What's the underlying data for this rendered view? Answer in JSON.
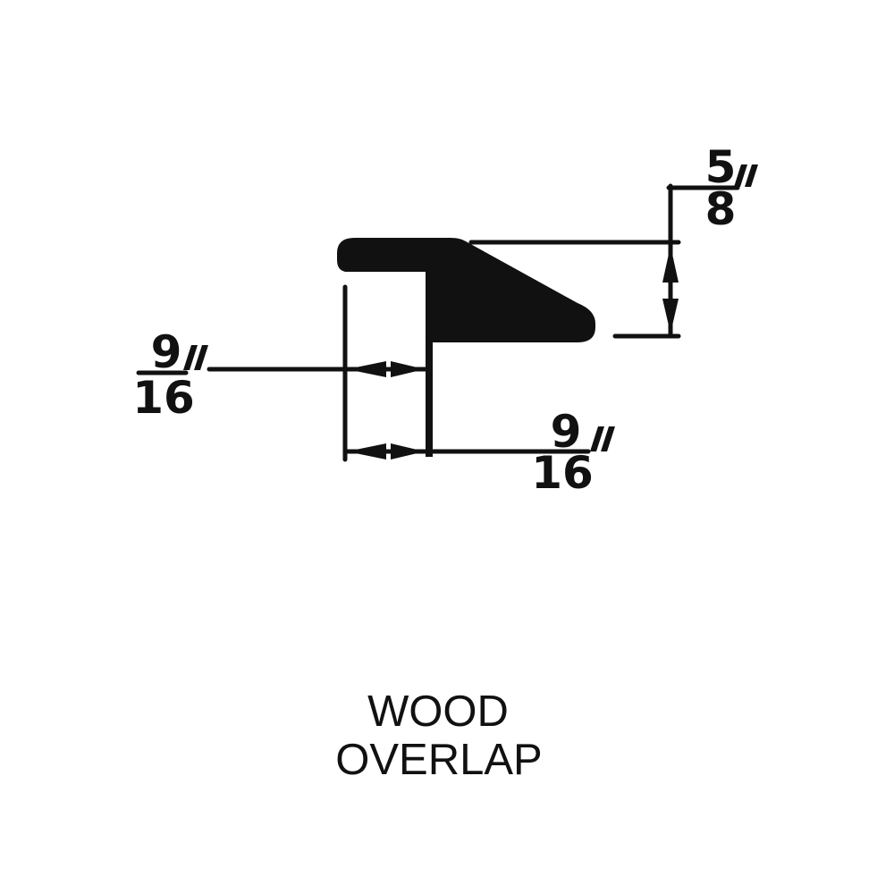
{
  "colors": {
    "ink": "#111111",
    "background": "#ffffff"
  },
  "title": {
    "line1": "WOOD",
    "line2": "OVERLAP"
  },
  "dimensions": {
    "thickness": {
      "numerator": "5",
      "denominator": "8",
      "unit": "\"",
      "label": "5/8 inch",
      "measures": "profile height from top surface to bottom face"
    },
    "overhang": {
      "numerator": "9",
      "denominator": "16",
      "unit": "\"",
      "label": "9/16 inch",
      "measures": "width between left lip edge and vertical leg (upper callout)"
    },
    "leg_width": {
      "numerator": "9",
      "denominator": "16",
      "unit": "\"",
      "label": "9/16 inch",
      "measures": "width between left lip edge and vertical leg (lower callout)"
    }
  }
}
